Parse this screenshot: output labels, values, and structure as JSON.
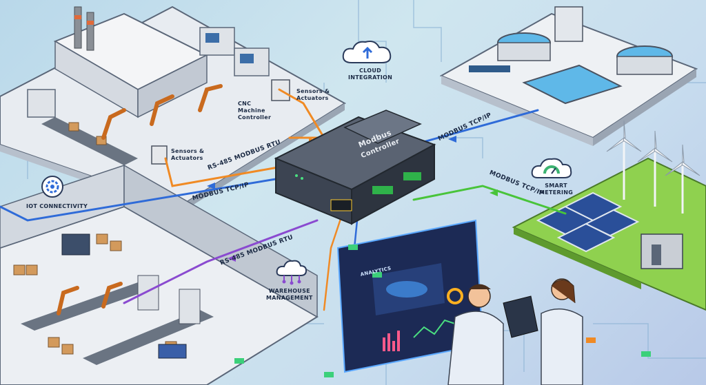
{
  "labels": {
    "cloud_integration": "CLOUD\nINTEGRATION",
    "iot_connectivity": "IOT CONNECTIVITY",
    "smart_metering": "SMART\nMETERING",
    "warehouse_management": "WAREHOUSE\nMANAGEMENT",
    "controller_line1": "Modbus",
    "controller_line2": "Controller",
    "cnc_controller": "CNC\nMachine\nController",
    "sensors_actuators_top": "Sensors &\nActuators",
    "sensors_actuators_mid": "Sensors &\nActuators",
    "rs485_upper": "RS-485 MODBUS RTU",
    "rs485_lower": "RS-485 MODBUS RTU",
    "tcpip_left": "MODBUS TCP/IP",
    "tcpip_topright": "MODBUS TCP/IP",
    "tcpip_right": "MODBUS TCP/IP",
    "analytics_title": "ANALYTICS"
  },
  "colors": {
    "rtu_line": "#f08a24",
    "tcp_line": "#2f6bd8",
    "green_line": "#49c43a",
    "purple_line": "#8a4ad0",
    "controller": "#3c4452"
  },
  "icons": [
    "cloud-upload-icon",
    "gear-globe-icon",
    "gauge-icon",
    "warehouse-network-icon"
  ]
}
